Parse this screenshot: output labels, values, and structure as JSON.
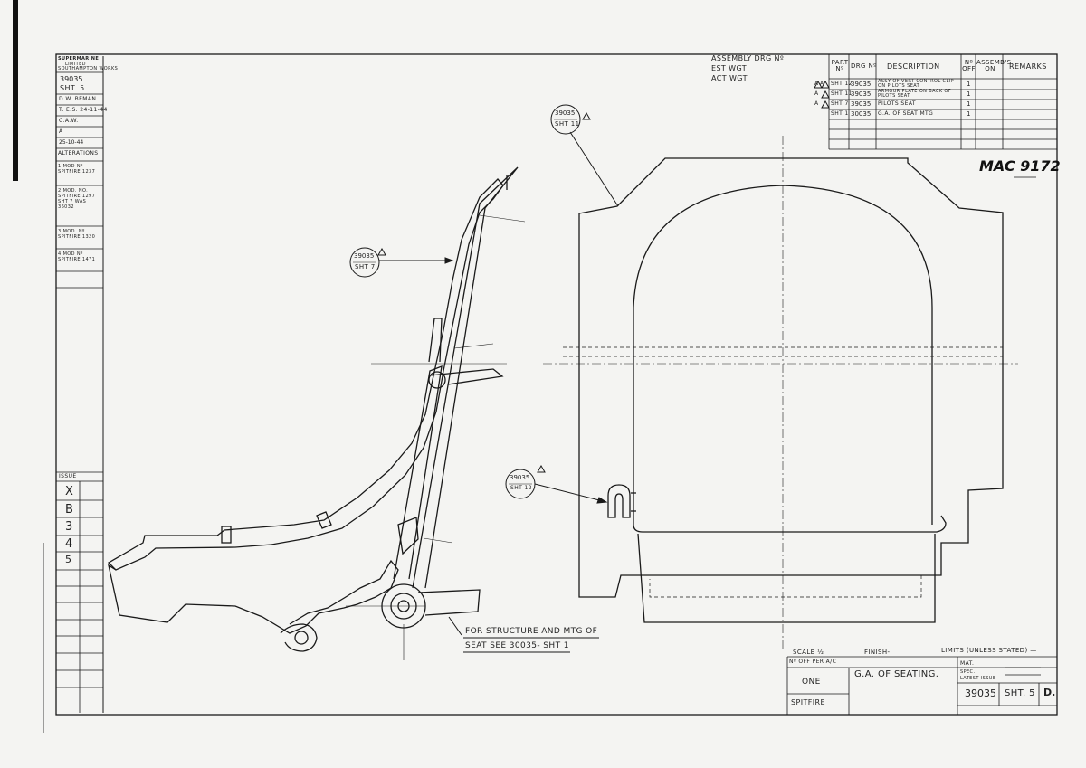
{
  "assembly": {
    "line1": "ASSEMBLY DRG Nº",
    "line2": "EST WGT",
    "line3": "ACT WGT"
  },
  "parts_table": {
    "headers": [
      "PART Nº",
      "DRG Nº",
      "DESCRIPTION",
      "Nº OFF",
      "ASSEMB'S ON",
      "REMARKS"
    ],
    "rows": [
      {
        "mark": "A A",
        "part": "SHT 12",
        "drg": "39035",
        "desc": "ASSY OF VERT CONTROL CLIP ON PILOTS SEAT",
        "off": "1"
      },
      {
        "mark": "A",
        "part": "SHT 11",
        "drg": "39035",
        "desc": "ARMOUR PLATE ON BACK OF PILOTS SEAT",
        "off": "1"
      },
      {
        "mark": "A",
        "part": "SHT 7",
        "drg": "39035",
        "desc": "PILOTS SEAT",
        "off": "1"
      },
      {
        "mark": "",
        "part": "SHT 1",
        "drg": "30035",
        "desc": "G.A. OF SEAT MTG",
        "off": "1"
      }
    ]
  },
  "side_block": {
    "company": "SUPERMARINE",
    "company_sub": "LIMITED",
    "works": "SOUTHAMPTON WORKS",
    "drg_no": "39035",
    "sheet": "SHT. 5",
    "drawn": "D.W. BEMAN",
    "traced": "T. E.S. 24-11-44",
    "checked": "C.A.W.",
    "approved": "A",
    "date": "25-10-44",
    "alterations_title": "ALTERATIONS",
    "alt_entries": [
      "1 MOD Nº SPITFIRE 1237",
      "2 MOD. No. SPITFIRE 1297 SHT 7 WAS 36032",
      "3 MOD. Nº SPITFIRE 1320",
      "4 MOD Nº SPITFIRE 1471"
    ],
    "issue_title": "ISSUE",
    "issues": [
      "X",
      "B",
      "3",
      "4",
      "5"
    ]
  },
  "callouts": {
    "c1": {
      "drg": "39035",
      "sht": "SHT 11"
    },
    "c2": {
      "drg": "39035",
      "sht": "SHT 7"
    },
    "c3": {
      "drg": "39035",
      "sht": "SHT 12"
    }
  },
  "note": {
    "line1": "FOR STRUCTURE AND MTG OF",
    "line2": "SEAT SEE 30035- SHT 1"
  },
  "stamp": "MAC 9172",
  "title_block": {
    "scale": "SCALE ½",
    "finish": "FINISH-",
    "limits": "LIMITS (UNLESS STATED) —",
    "qty_label": "Nº OFF PER A/C",
    "qty": "ONE",
    "aircraft": "SPITFIRE",
    "title": "G.A. OF SEATING.",
    "mat": "MAT.",
    "spec": "SPEC.",
    "latest_issue": "LATEST ISSUE",
    "drg_no": "39035",
    "sheet": "SHT. 5",
    "size": "D."
  },
  "colors": {
    "ink": "#1a1a1a",
    "paper": "#f4f4f2"
  }
}
